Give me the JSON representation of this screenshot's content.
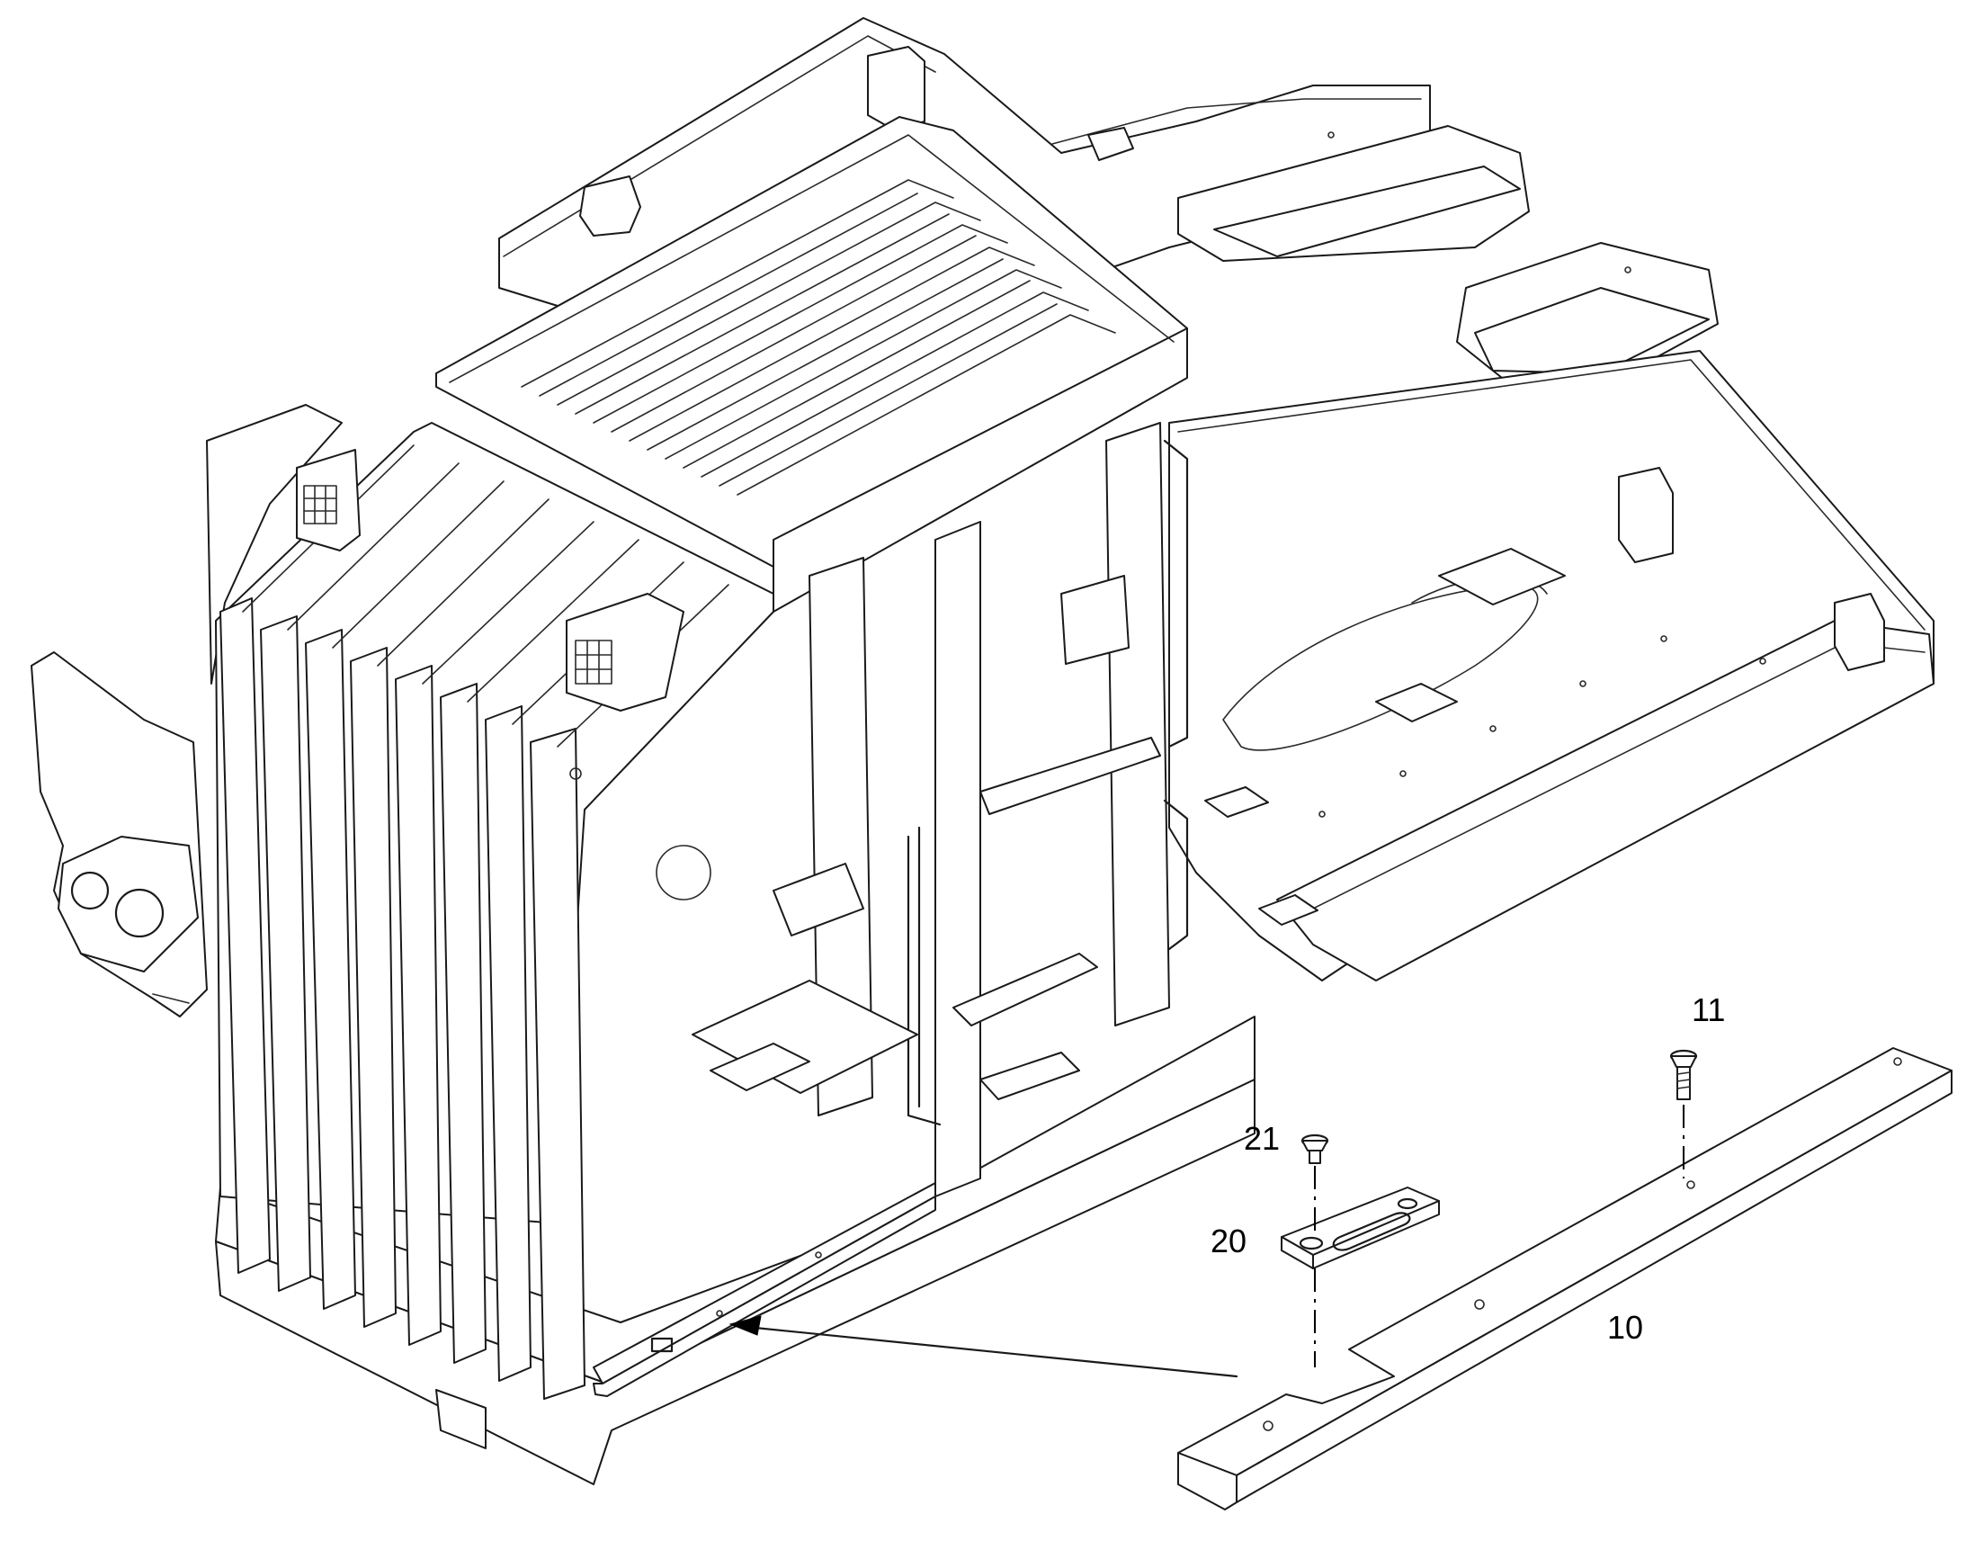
{
  "callouts": {
    "part_10": "10",
    "part_11": "11",
    "part_20": "20",
    "part_21": "21"
  },
  "colors": {
    "line": "#1a1a1a",
    "background": "#ffffff"
  }
}
